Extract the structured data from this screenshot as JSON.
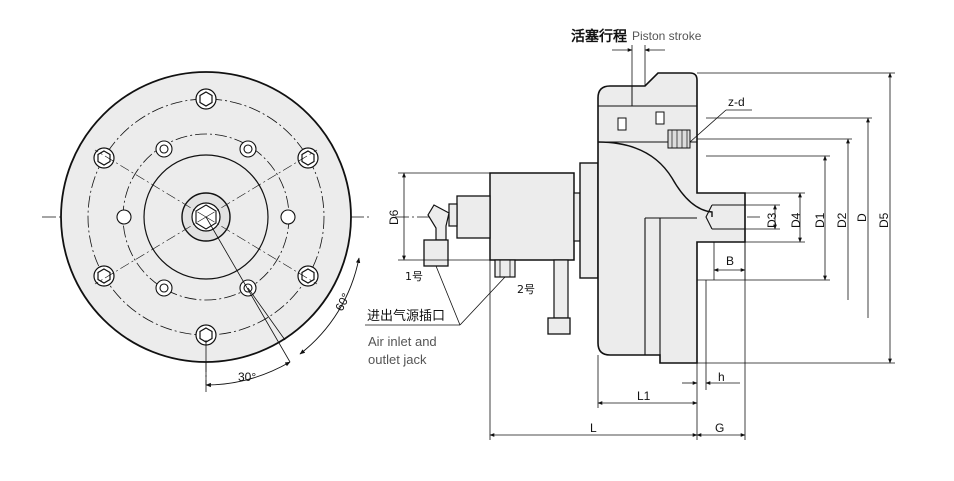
{
  "labels": {
    "piston_stroke_cn": "活塞行程",
    "piston_stroke_en": "Piston stroke",
    "zd": "z-d",
    "D6": "D6",
    "D3": "D3",
    "D4": "D4",
    "D1": "D1",
    "D2": "D2",
    "D": "D",
    "D5": "D5",
    "B": "B",
    "h": "h",
    "L1": "L1",
    "L": "L",
    "G": "G",
    "port1": "1号",
    "port2": "2号",
    "air_jack_cn": "进出气源插口",
    "air_jack_en_1": "Air inlet and",
    "air_jack_en_2": "outlet jack",
    "angle_60": "60°",
    "angle_30": "30°"
  }
}
